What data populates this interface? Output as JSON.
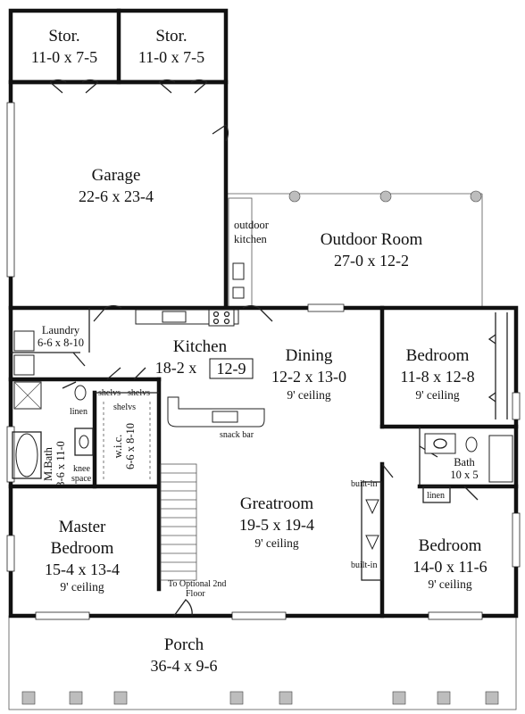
{
  "rooms": {
    "stor_left": {
      "name": "Stor.",
      "dim": "11-0 x 7-5"
    },
    "stor_right": {
      "name": "Stor.",
      "dim": "11-0 x 7-5"
    },
    "garage": {
      "name": "Garage",
      "dim": "22-6 x 23-4"
    },
    "outdoor_kitchen": {
      "line1": "outdoor",
      "line2": "kitchen"
    },
    "outdoor_room": {
      "name": "Outdoor Room",
      "dim": "27-0 x 12-2"
    },
    "laundry": {
      "name": "Laundry",
      "dim": "6-6 x 8-10"
    },
    "kitchen": {
      "name": "Kitchen",
      "dim_a": "18-2 x",
      "dim_b": "12-9"
    },
    "dining": {
      "name": "Dining",
      "dim": "12-2 x 13-0",
      "ceiling": "9' ceiling"
    },
    "bedroom_ne": {
      "name": "Bedroom",
      "dim": "11-8 x 12-8",
      "ceiling": "9' ceiling"
    },
    "mbath": {
      "name": "M.Bath",
      "dim": "8-6 x 11-0"
    },
    "wic": {
      "name": "w.i.c.",
      "dim": "6-6 x 8-10"
    },
    "greatroom": {
      "name": "Greatroom",
      "dim": "19-5 x 19-4",
      "ceiling": "9' ceiling"
    },
    "bath": {
      "name": "Bath",
      "dim": "10 x 5"
    },
    "master": {
      "line1": "Master",
      "line2": "Bedroom",
      "dim": "15-4 x 13-4",
      "ceiling": "9' ceiling"
    },
    "bedroom_se": {
      "name": "Bedroom",
      "dim": "14-0 x 11-6",
      "ceiling": "9' ceiling"
    },
    "porch": {
      "name": "Porch",
      "dim": "36-4 x 9-6"
    }
  },
  "labels": {
    "shelvs_1": "shelvs",
    "shelvs_2": "shelvs",
    "shelvs_3": "shelvs",
    "linen_1": "linen",
    "linen_2": "linen",
    "knee_1": "knee",
    "knee_2": "space",
    "snack_bar": "snack bar",
    "built_in_1": "built-in",
    "built_in_2": "built-in",
    "stairs_1": "To Optional 2nd",
    "stairs_2": "Floor"
  }
}
